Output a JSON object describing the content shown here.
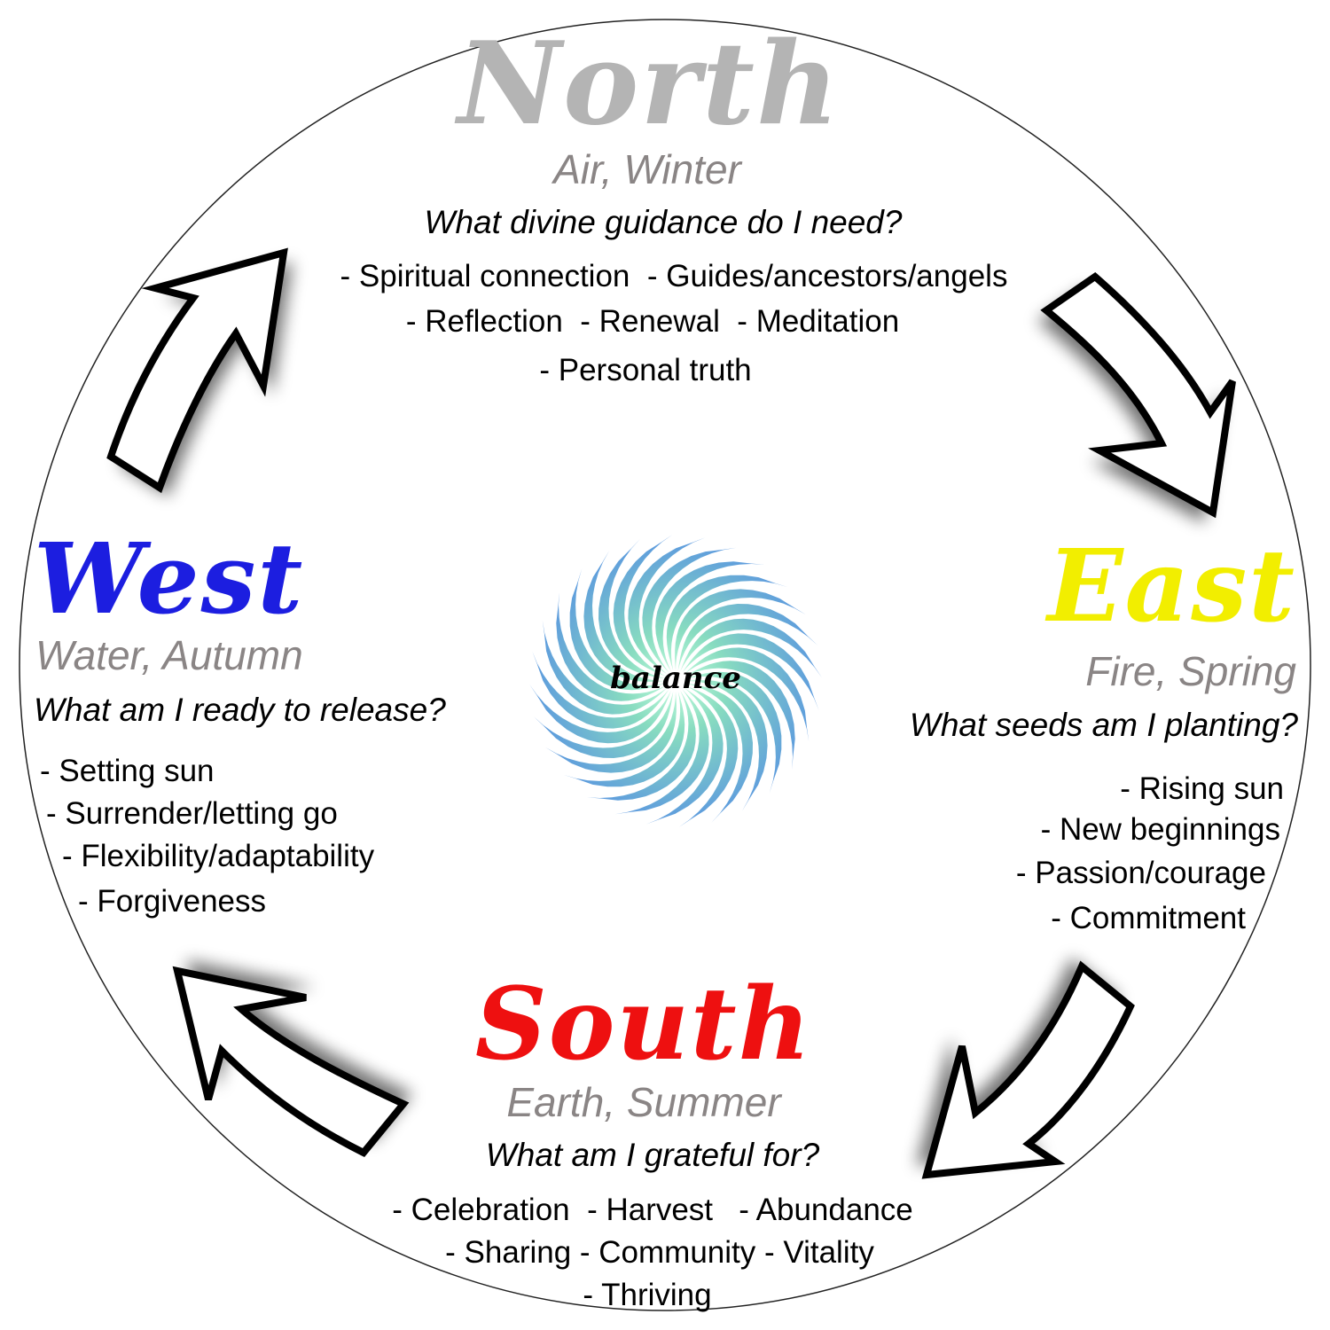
{
  "colors": {
    "north": "#b4b4b4",
    "west": "#1c1ee0",
    "east": "#f2ee00",
    "south": "#ee1010",
    "subtitle": "#8a8585",
    "swirl_inner": "#a8f0c8",
    "swirl_outer": "#5a96e0"
  },
  "center": {
    "label": "balance"
  },
  "north": {
    "title": "North",
    "elements": "Air, Winter",
    "question": "What divine guidance do I need?",
    "lines": [
      "- Spiritual connection  - Guides/ancestors/angels",
      "- Reflection  - Renewal  - Meditation",
      "- Personal truth"
    ]
  },
  "west": {
    "title": "West",
    "elements": "Water, Autumn",
    "question": "What am I ready to release?",
    "items": [
      "- Setting sun",
      "- Surrender/letting go",
      "- Flexibility/adaptability",
      "- Forgiveness"
    ]
  },
  "east": {
    "title": "East",
    "elements": "Fire, Spring",
    "question": "What seeds am I planting?",
    "items": [
      "- Rising sun",
      "- New beginnings",
      "- Passion/courage",
      "- Commitment"
    ]
  },
  "south": {
    "title": "South",
    "elements": "Earth, Summer",
    "question": "What am I grateful for?",
    "lines": [
      "- Celebration  - Harvest   - Abundance",
      "- Sharing - Community - Vitality",
      "- Thriving"
    ]
  },
  "arrows": [
    "west-to-north",
    "north-to-east",
    "east-to-south",
    "south-to-west"
  ]
}
